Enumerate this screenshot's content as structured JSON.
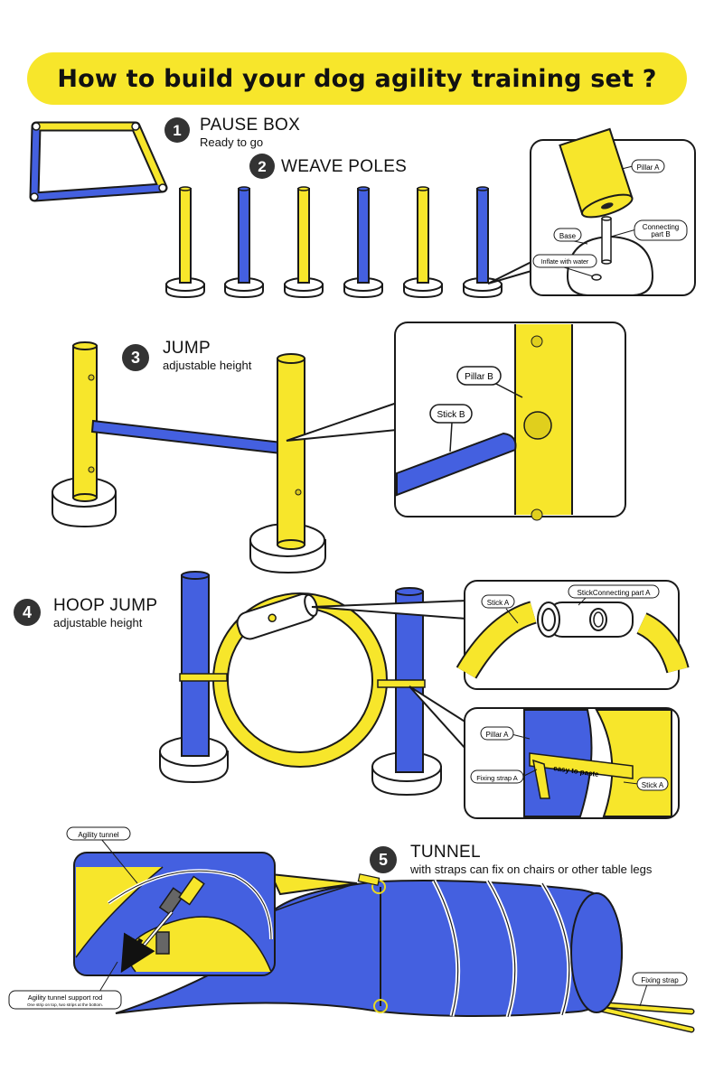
{
  "title": "How to build your dog agility training set ?",
  "colors": {
    "yellow": "#f7e62b",
    "blue": "#4460e0",
    "outline": "#1a1a1a",
    "badge": "#333333",
    "white": "#ffffff"
  },
  "steps": [
    {
      "number": "1",
      "title": "PAUSE BOX",
      "subtitle": "Ready to go"
    },
    {
      "number": "2",
      "title": "WEAVE POLES",
      "subtitle": ""
    },
    {
      "number": "3",
      "title": "JUMP",
      "subtitle": "adjustable height"
    },
    {
      "number": "4",
      "title": "HOOP JUMP",
      "subtitle": "adjustable height"
    },
    {
      "number": "5",
      "title": "TUNNEL",
      "subtitle": "with straps can fix on chairs or other table legs"
    }
  ],
  "callouts": {
    "weave": {
      "pillar_a": "Pillar A",
      "base": "Base",
      "connecting_b_line1": "Connecting",
      "connecting_b_line2": "part B",
      "inflate": "Inflate with water"
    },
    "jump": {
      "pillar_b": "Pillar B",
      "stick_b": "Stick B"
    },
    "hoop_top": {
      "stick_a": "Stick A",
      "stick_connecting": "StickConnecting part A"
    },
    "hoop_bottom": {
      "pillar_a": "Pillar A",
      "fixing_strap_a": "Fixing strap A",
      "stick_a": "Stick A",
      "strap_text": "easy to paste"
    },
    "tunnel": {
      "agility_tunnel": "Agility tunnel",
      "support_rod": "Agility tunnel support rod",
      "support_rod_note": "One strip on top, two strips at the bottom.",
      "fixing_strap": "Fixing strap"
    }
  }
}
